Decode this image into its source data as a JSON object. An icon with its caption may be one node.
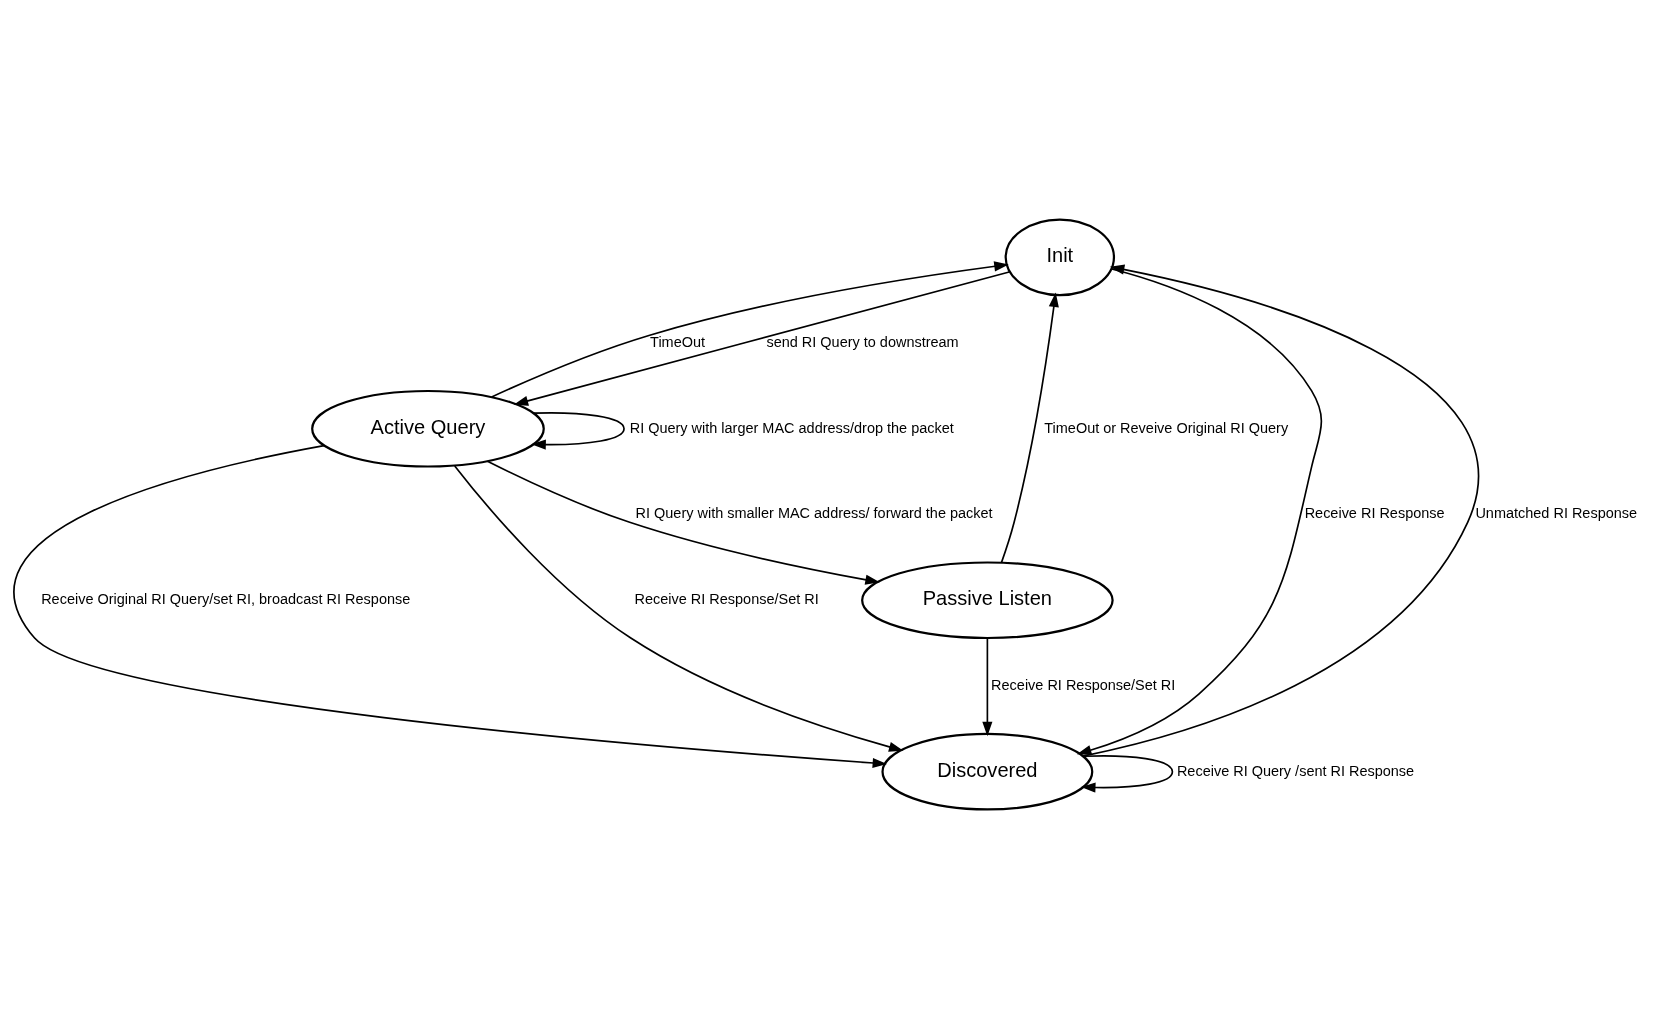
{
  "diagram": {
    "nodes": [
      {
        "text": [
          "Init"
        ]
      },
      {
        "text": [
          "Active Query"
        ]
      },
      {
        "text": [
          "Passive Listen"
        ]
      },
      {
        "text": [
          "Discovered"
        ]
      }
    ],
    "edges": [
      {
        "from": 0,
        "to": 1,
        "arrow": "to",
        "label": "send RI Query to downstream"
      },
      {
        "from": 1,
        "to": 0,
        "arrow": "to",
        "label": "TimeOut"
      },
      {
        "from": 1,
        "to": 1,
        "arrow": "to",
        "label": "RI Query with larger MAC address/drop the packet"
      },
      {
        "from": 1,
        "to": 2,
        "arrow": "to",
        "label": "RI Query with smaller MAC address/ forward the packet"
      },
      {
        "from": 2,
        "to": 0,
        "arrow": "to",
        "label": "TimeOut or Reveive Original RI Query"
      },
      {
        "from": 1,
        "to": 3,
        "arrow": "to",
        "label": "Receive Original RI Query/set RI, broadcast RI Response"
      },
      {
        "from": 1,
        "to": 3,
        "arrow": "to",
        "label": "Receive RI Response/Set RI"
      },
      {
        "from": 2,
        "to": 3,
        "arrow": "to",
        "label": "Receive RI Response/Set RI"
      },
      {
        "from": 0,
        "to": 3,
        "arrow": "to",
        "label": "Receive RI Response"
      },
      {
        "from": 3,
        "to": 0,
        "arrow": "to",
        "label": "Unmatched RI Response"
      },
      {
        "from": 3,
        "to": 3,
        "arrow": "to",
        "label": "Receive RI Query /sent RI Response"
      }
    ]
  }
}
